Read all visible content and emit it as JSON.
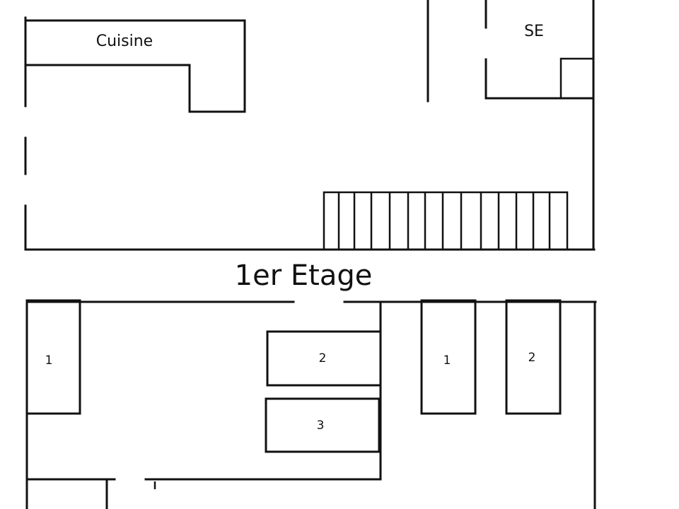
{
  "plan": {
    "ground_floor": {
      "kitchen_label": "Cuisine",
      "bathroom_label": "SE",
      "stair_steps": 14
    },
    "floor_title": "1er Etage",
    "first_floor": {
      "left_room_beds": [
        {
          "label": "1"
        },
        {
          "label": "2"
        },
        {
          "label": "3"
        }
      ],
      "right_room_beds": [
        {
          "label": "1"
        },
        {
          "label": "2"
        }
      ]
    },
    "colors": {
      "line": "#111111",
      "background": "#ffffff"
    }
  }
}
